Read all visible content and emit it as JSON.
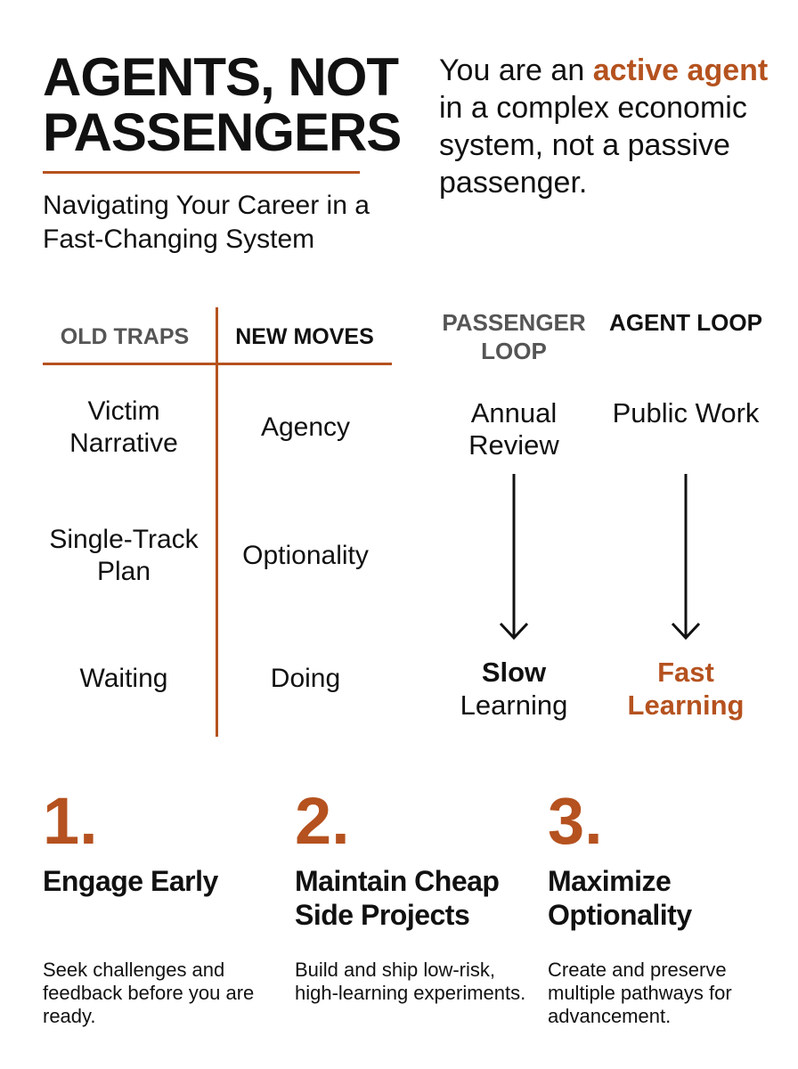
{
  "header": {
    "title": "AGENTS, NOT PASSENGERS",
    "subtitle": "Navigating Your Career in a Fast-Changing System",
    "tagline": {
      "before": "You are an",
      "highlight": "active agent",
      "after": "in a complex economic system, not a passive passenger."
    }
  },
  "table": {
    "headers": {
      "old": "OLD TRAPS",
      "new": "NEW MOVES"
    },
    "rows": [
      {
        "old": "Victim Narrative",
        "new": "Agency"
      },
      {
        "old": "Single-Track Plan",
        "new": "Optionality"
      },
      {
        "old": "Waiting",
        "new": "Doing"
      }
    ]
  },
  "loops": {
    "passenger": {
      "heading": "PASSENGER LOOP",
      "start": "Annual Review",
      "end_emphasis": "Slow",
      "end_rest": "Learning"
    },
    "agent": {
      "heading": "AGENT LOOP",
      "start": "Public Work",
      "end": "Fast Learning"
    }
  },
  "steps": [
    {
      "number": "1.",
      "title": "Engage Early",
      "description": "Seek challenges and feedback before you are ready."
    },
    {
      "number": "2.",
      "title": "Maintain Cheap Side Projects",
      "description": "Build and ship low-risk, high-learning experiments."
    },
    {
      "number": "3.",
      "title": "Maximize Optionality",
      "description": "Create and preserve multiple pathways for advancement."
    }
  ],
  "colors": {
    "accent": "#b5521f",
    "text": "#111111",
    "muted": "#555555",
    "background": "#ffffff"
  },
  "icons": [
    "down-arrow-icon",
    "down-arrow-icon"
  ]
}
